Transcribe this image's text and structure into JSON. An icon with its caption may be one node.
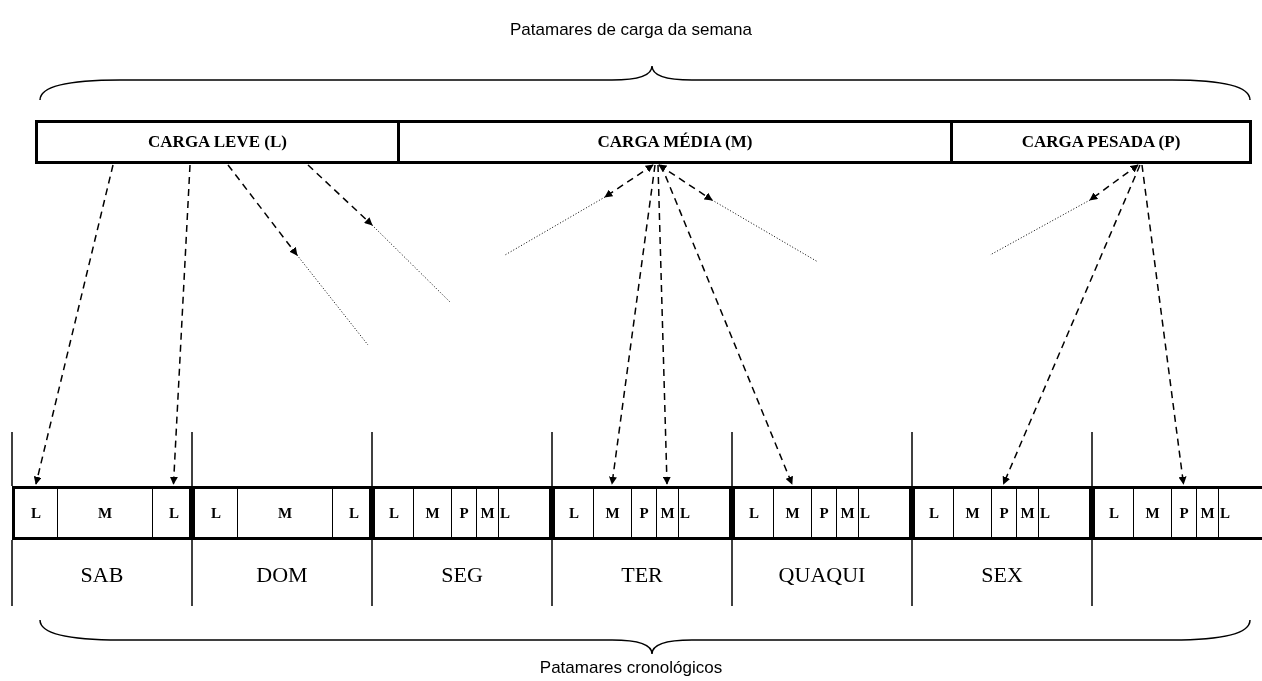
{
  "diagram": {
    "title": "Patamares de carga da semana",
    "caption": "Patamares cronológicos",
    "nodes": [
      {
        "text": [
          "CARGA LEVE (L)"
        ]
      },
      {
        "text": [
          "CARGA MÉDIA (M)"
        ]
      },
      {
        "text": [
          "CARGA PESADA (P)"
        ]
      },
      {
        "text": [
          "L"
        ]
      },
      {
        "text": [
          "M"
        ]
      },
      {
        "text": [
          "L"
        ]
      },
      {
        "text": [
          "L"
        ]
      },
      {
        "text": [
          "M"
        ]
      },
      {
        "text": [
          "L"
        ]
      },
      {
        "text": [
          "L"
        ]
      },
      {
        "text": [
          "M"
        ]
      },
      {
        "text": [
          "P"
        ]
      },
      {
        "text": [
          "M"
        ]
      },
      {
        "text": [
          "L"
        ]
      },
      {
        "text": [
          "L"
        ]
      },
      {
        "text": [
          "M"
        ]
      },
      {
        "text": [
          "P"
        ]
      },
      {
        "text": [
          "M"
        ]
      },
      {
        "text": [
          "L"
        ]
      },
      {
        "text": [
          "L"
        ]
      },
      {
        "text": [
          "M"
        ]
      },
      {
        "text": [
          "P"
        ]
      },
      {
        "text": [
          "M"
        ]
      },
      {
        "text": [
          "L"
        ]
      },
      {
        "text": [
          "L"
        ]
      },
      {
        "text": [
          "M"
        ]
      },
      {
        "text": [
          "P"
        ]
      },
      {
        "text": [
          "M"
        ]
      },
      {
        "text": [
          "L"
        ]
      },
      {
        "text": [
          "L"
        ]
      },
      {
        "text": [
          "M"
        ]
      },
      {
        "text": [
          "P"
        ]
      },
      {
        "text": [
          "M"
        ]
      },
      {
        "text": [
          "L"
        ]
      }
    ],
    "edges": [
      {
        "from": 0,
        "to": 3,
        "arrow": "to",
        "style": "dashed"
      },
      {
        "from": 0,
        "to": 5,
        "arrow": "to",
        "style": "dashed"
      },
      {
        "from": 0,
        "to": null,
        "arrow": "to",
        "style": "dashed"
      },
      {
        "from": 0,
        "to": null,
        "arrow": "to",
        "style": "dashed"
      },
      {
        "from": 1,
        "to": null,
        "arrow": "both",
        "style": "dashed"
      },
      {
        "from": 1,
        "to": null,
        "arrow": "both",
        "style": "dashed"
      },
      {
        "from": 1,
        "to": 15,
        "arrow": "to",
        "style": "dashed"
      },
      {
        "from": 1,
        "to": 17,
        "arrow": "to",
        "style": "dashed"
      },
      {
        "from": 1,
        "to": 20,
        "arrow": "to",
        "style": "dashed"
      },
      {
        "from": 2,
        "to": null,
        "arrow": "both",
        "style": "dashed"
      },
      {
        "from": 2,
        "to": 26,
        "arrow": "to",
        "style": "dashed"
      },
      {
        "from": 2,
        "to": 31,
        "arrow": "to",
        "style": "dashed"
      }
    ],
    "labels": [
      "SAB",
      "DOM",
      "SEG",
      "TER",
      "QUAQUI",
      "SEX"
    ]
  }
}
